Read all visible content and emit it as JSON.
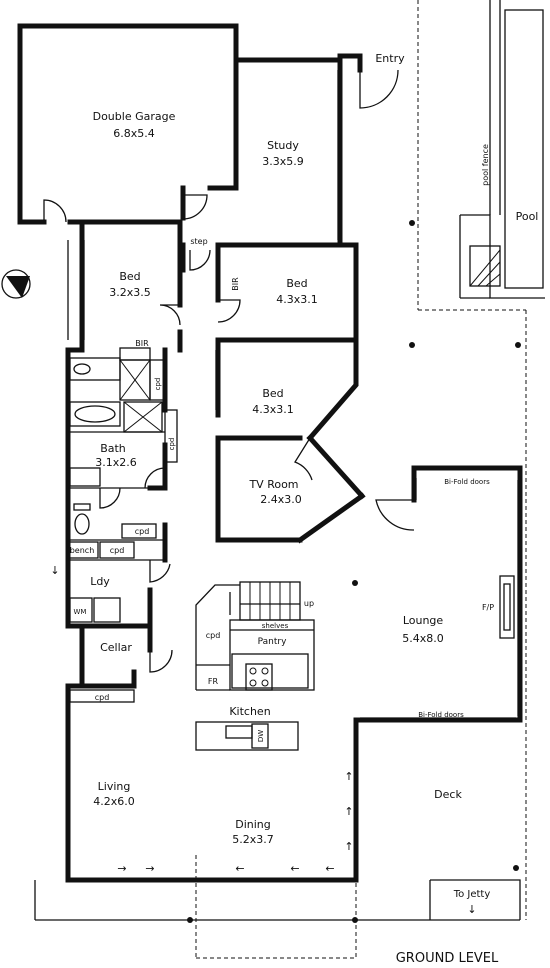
{
  "plan": {
    "caption": "GROUND LEVEL",
    "rooms": {
      "garage": {
        "name": "Double Garage",
        "size": "6.8x5.4"
      },
      "study": {
        "name": "Study",
        "size": "3.3x5.9"
      },
      "entry": {
        "name": "Entry"
      },
      "pool": {
        "name": "Pool"
      },
      "pool_fence": {
        "name": "pool fence"
      },
      "step": {
        "name": "step"
      },
      "bed1": {
        "name": "Bed",
        "size": "3.2x3.5"
      },
      "bir1": {
        "name": "BIR"
      },
      "bed2": {
        "name": "Bed",
        "size": "4.3x3.1"
      },
      "bir2": {
        "name": "BIR"
      },
      "bed3": {
        "name": "Bed",
        "size": "4.3x3.1"
      },
      "bath": {
        "name": "Bath",
        "size": "3.1x2.6"
      },
      "tv": {
        "name": "TV Room",
        "size": "2.4x3.0"
      },
      "ldy": {
        "name": "Ldy"
      },
      "cellar": {
        "name": "Cellar"
      },
      "lounge": {
        "name": "Lounge",
        "size": "5.4x8.0"
      },
      "kitchen": {
        "name": "Kitchen"
      },
      "pantry": {
        "name": "Pantry"
      },
      "living": {
        "name": "Living",
        "size": "4.2x6.0"
      },
      "dining": {
        "name": "Dining",
        "size": "5.2x3.7"
      },
      "deck": {
        "name": "Deck"
      }
    },
    "annotations": {
      "cpd": "cpd",
      "bench": "bench",
      "wm": "WM",
      "fr": "FR",
      "dw": "DW",
      "fp": "F/P",
      "up": "up",
      "shelves": "shelves",
      "bifold": "Bi-Fold doors",
      "jetty": "To Jetty",
      "jetty_arrow": "↓",
      "ldy_arrow": "↓",
      "flow_arrow": "→",
      "flow_arrow_left": "←",
      "flow_arrow_up": "↑"
    }
  }
}
